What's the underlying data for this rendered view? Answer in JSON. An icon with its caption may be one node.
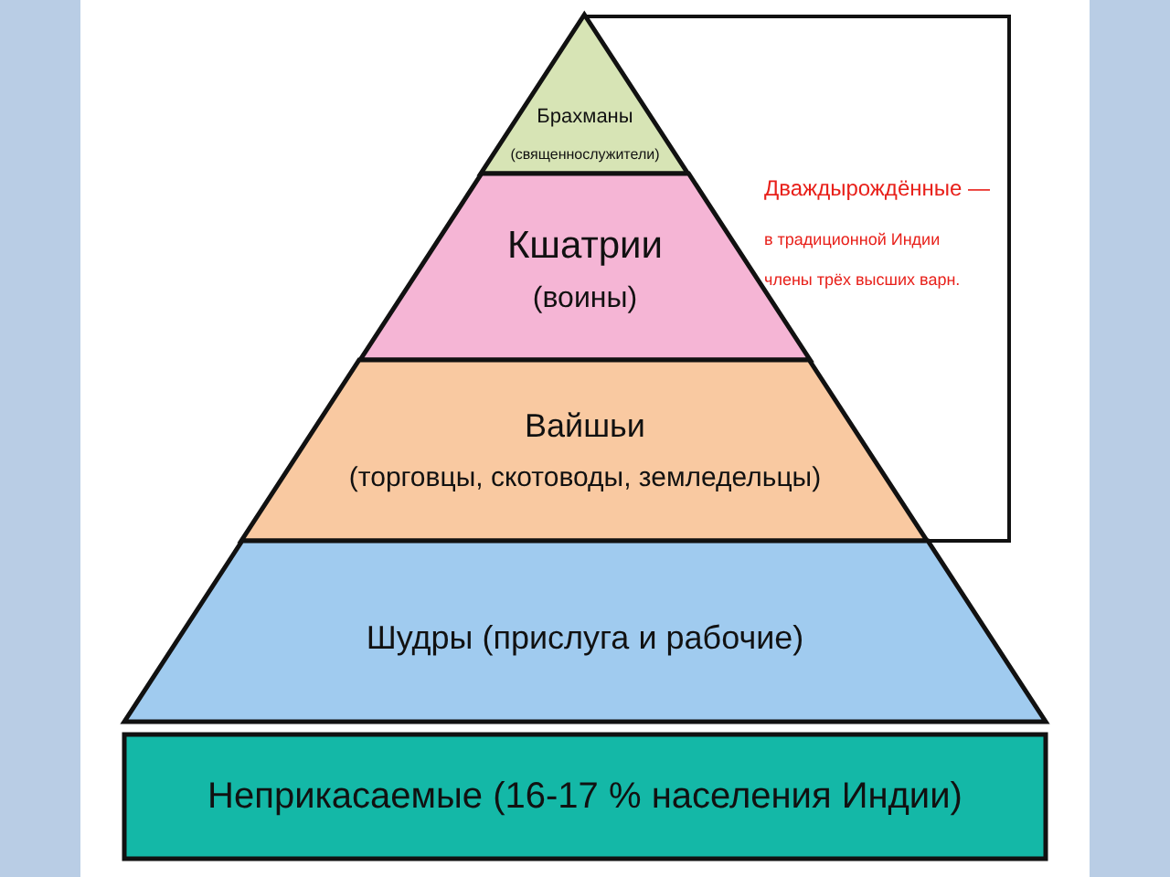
{
  "diagram": {
    "nodes": [
      {
        "text": [
          "Брахманы",
          "(священнослужители)"
        ]
      },
      {
        "text": [
          "Кшатрии",
          "(воины)"
        ]
      },
      {
        "text": [
          "Вайшьи",
          "(торговцы, скотоводы, земледельцы)"
        ]
      },
      {
        "text": [
          "Шудры (прислуга и рабочие)"
        ]
      },
      {
        "text": [
          "Неприкасаемые (16-17 % населения Индии)"
        ]
      },
      {
        "text": [
          "Дваждырождённые —",
          "в традиционной Индии члены трёх высших варн."
        ]
      }
    ]
  }
}
